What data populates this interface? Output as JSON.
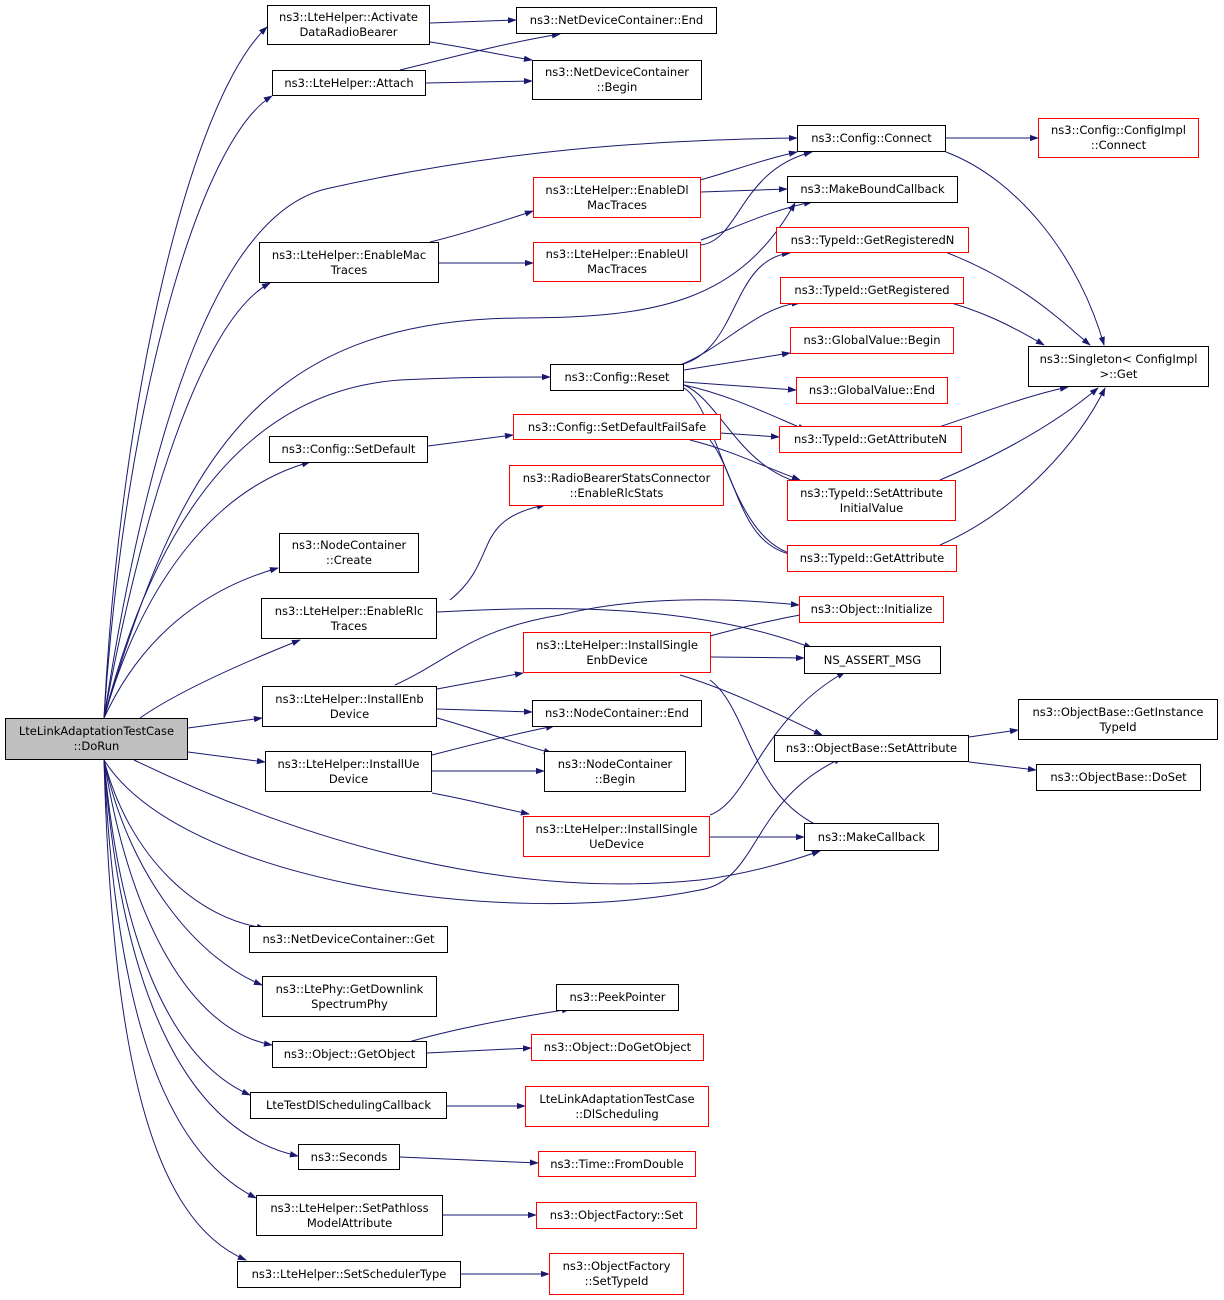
{
  "colors": {
    "edge": "#191970",
    "node_border": "#000000",
    "node_border_incomplete": "#ff0000",
    "root_fill": "#bfbfbf"
  },
  "nodes": {
    "root": [
      "LteLinkAdaptationTestCase",
      "::DoRun"
    ],
    "activate": [
      "ns3::LteHelper::Activate",
      "DataRadioBearer"
    ],
    "attach": [
      "ns3::LteHelper::Attach"
    ],
    "ndc_end": [
      "ns3::NetDeviceContainer::End"
    ],
    "ndc_begin": [
      "ns3::NetDeviceContainer",
      "::Begin"
    ],
    "cfg_connect": [
      "ns3::Config::Connect"
    ],
    "cfgimpl_connect": [
      "ns3::Config::ConfigImpl",
      "::Connect"
    ],
    "enable_dl_mac": [
      "ns3::LteHelper::EnableDl",
      "MacTraces"
    ],
    "make_bound": [
      "ns3::MakeBoundCallback"
    ],
    "enable_mac": [
      "ns3::LteHelper::EnableMac",
      "Traces"
    ],
    "enable_ul_mac": [
      "ns3::LteHelper::EnableUl",
      "MacTraces"
    ],
    "get_registered_n": [
      "ns3::TypeId::GetRegisteredN"
    ],
    "get_registered": [
      "ns3::TypeId::GetRegistered"
    ],
    "singleton_get": [
      "ns3::Singleton< ConfigImpl",
      " >::Get"
    ],
    "gv_begin": [
      "ns3::GlobalValue::Begin"
    ],
    "cfg_reset": [
      "ns3::Config::Reset"
    ],
    "gv_end": [
      "ns3::GlobalValue::End"
    ],
    "cfg_setdefault": [
      "ns3::Config::SetDefault"
    ],
    "cfg_setdefaultfailsafe": [
      "ns3::Config::SetDefaultFailSafe"
    ],
    "get_attribute_n": [
      "ns3::TypeId::GetAttributeN"
    ],
    "rbsc_enable": [
      "ns3::RadioBearerStatsConnector",
      "::EnableRlcStats"
    ],
    "set_attr_initial": [
      "ns3::TypeId::SetAttribute",
      "InitialValue"
    ],
    "nc_create": [
      "ns3::NodeContainer",
      "::Create"
    ],
    "get_attribute": [
      "ns3::TypeId::GetAttribute"
    ],
    "enable_rlc": [
      "ns3::LteHelper::EnableRlc",
      "Traces"
    ],
    "obj_initialize": [
      "ns3::Object::Initialize"
    ],
    "install_single_enb": [
      "ns3::LteHelper::InstallSingle",
      "EnbDevice"
    ],
    "ns_assert": [
      "NS_ASSERT_MSG"
    ],
    "install_enb": [
      "ns3::LteHelper::InstallEnb",
      "Device"
    ],
    "nc_end": [
      "ns3::NodeContainer::End"
    ],
    "objbase_getinstance": [
      "ns3::ObjectBase::GetInstance",
      "TypeId"
    ],
    "objbase_setattr": [
      "ns3::ObjectBase::SetAttribute"
    ],
    "install_ue": [
      "ns3::LteHelper::InstallUe",
      "Device"
    ],
    "nc_begin": [
      "ns3::NodeContainer",
      "::Begin"
    ],
    "objbase_doset": [
      "ns3::ObjectBase::DoSet"
    ],
    "install_single_ue": [
      "ns3::LteHelper::InstallSingle",
      "UeDevice"
    ],
    "make_callback": [
      "ns3::MakeCallback"
    ],
    "ndc_get": [
      "ns3::NetDeviceContainer::Get"
    ],
    "ltephy_getdl": [
      "ns3::LtePhy::GetDownlink",
      "SpectrumPhy"
    ],
    "peek_pointer": [
      "ns3::PeekPointer"
    ],
    "obj_getobject": [
      "ns3::Object::GetObject"
    ],
    "obj_dogetobject": [
      "ns3::Object::DoGetObject"
    ],
    "dl_sched_cb": [
      "LteTestDlSchedulingCallback"
    ],
    "dl_scheduling": [
      "LteLinkAdaptationTestCase",
      "::DlScheduling"
    ],
    "seconds": [
      "ns3::Seconds"
    ],
    "time_fromdouble": [
      "ns3::Time::FromDouble"
    ],
    "set_pathloss": [
      "ns3::LteHelper::SetPathloss",
      "ModelAttribute"
    ],
    "objfactory_set": [
      "ns3::ObjectFactory::Set"
    ],
    "set_scheduler": [
      "ns3::LteHelper::SetSchedulerType"
    ],
    "objfactory_settypeid": [
      "ns3::ObjectFactory",
      "::SetTypeId"
    ]
  }
}
